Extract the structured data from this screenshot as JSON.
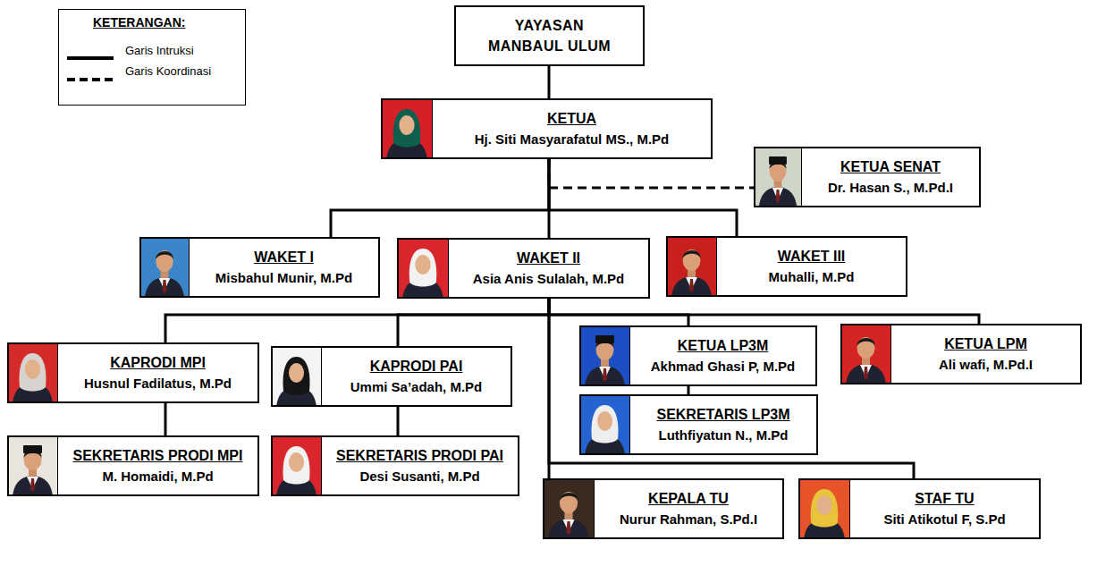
{
  "diagram": {
    "nodes": [
      {
        "text": [
          "YAYASAN MANBAUL ULUM"
        ]
      },
      {
        "text": [
          "KETUA",
          "Hj. Siti Masyarafatul MS., M.Pd"
        ]
      },
      {
        "text": [
          "KETUA SENAT",
          "Dr. Hasan S., M.Pd.I"
        ]
      },
      {
        "text": [
          "WAKET I",
          "Misbahul Munir, M.Pd"
        ]
      },
      {
        "text": [
          "WAKET II",
          "Asia Anis Sulalah, M.Pd"
        ]
      },
      {
        "text": [
          "WAKET III",
          "Muhalli, M.Pd"
        ]
      },
      {
        "text": [
          "KAPRODI MPI",
          "Husnul Fadilatus, M.Pd"
        ]
      },
      {
        "text": [
          "KAPRODI PAI",
          "Ummi Sa’adah, M.Pd"
        ]
      },
      {
        "text": [
          "KETUA LP3M",
          "Akhmad Ghasi P, M.Pd"
        ]
      },
      {
        "text": [
          "KETUA LPM",
          "Ali wafi, M.Pd.I"
        ]
      },
      {
        "text": [
          "SEKRETARIS LP3M",
          "Luthfiyatun N., M.Pd"
        ]
      },
      {
        "text": [
          "SEKRETARIS PRODI MPI",
          "M. Homaidi, M.Pd"
        ]
      },
      {
        "text": [
          "SEKRETARIS PRODI PAI",
          "Desi Susanti, M.Pd"
        ]
      },
      {
        "text": [
          "KEPALA TU",
          "Nurur Rahman, S.Pd.I"
        ]
      },
      {
        "text": [
          "STAF TU",
          "Siti Atikotul F, S.Pd"
        ]
      }
    ],
    "edges": [
      {
        "from": 0,
        "to": 1,
        "arrow": "none"
      },
      {
        "from": 1,
        "to": 2,
        "arrow": "none"
      },
      {
        "from": 1,
        "to": 3,
        "arrow": "none"
      },
      {
        "from": 1,
        "to": 4,
        "arrow": "none"
      },
      {
        "from": 1,
        "to": 5,
        "arrow": "none"
      },
      {
        "from": 4,
        "to": 6,
        "arrow": "none"
      },
      {
        "from": 4,
        "to": 7,
        "arrow": "none"
      },
      {
        "from": 4,
        "to": 8,
        "arrow": "none"
      },
      {
        "from": 4,
        "to": 9,
        "arrow": "none"
      },
      {
        "from": 4,
        "to": 13,
        "arrow": "none"
      },
      {
        "from": 4,
        "to": 14,
        "arrow": "none"
      },
      {
        "from": 6,
        "to": 11,
        "arrow": "none"
      },
      {
        "from": 7,
        "to": 12,
        "arrow": "none"
      },
      {
        "from": 8,
        "to": 10,
        "arrow": "none"
      }
    ],
    "labels": [
      "KETERANGAN:"
    ],
    "legend": [
      {
        "text": "Garis Intruksi"
      },
      {
        "text": "Garis Koordinasi"
      }
    ]
  }
}
